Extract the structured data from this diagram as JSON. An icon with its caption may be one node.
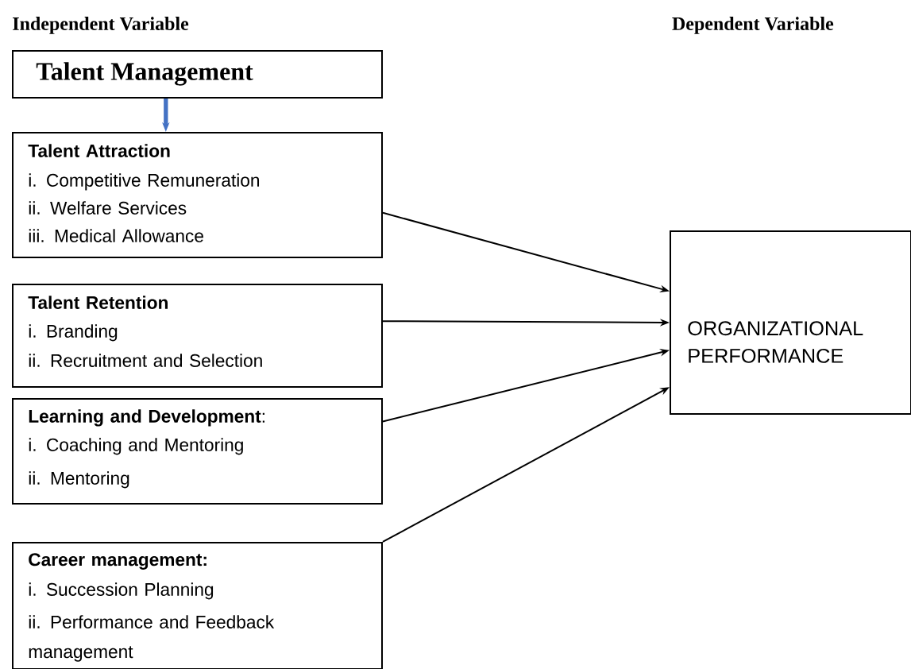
{
  "diagram": {
    "nodes": [
      {
        "text": [
          "Talent Management"
        ]
      },
      {
        "text": [
          "Talent Attraction",
          "i. Competitive Remuneration",
          "ii. Welfare Services",
          "iii. Medical Allowance"
        ]
      },
      {
        "text": [
          "Talent Retention",
          "i. Branding",
          "ii. Recruitment and Selection"
        ]
      },
      {
        "text": [
          "**Learning and Development**:",
          "i. Coaching and Mentoring",
          "ii. Mentoring"
        ]
      },
      {
        "text": [
          "Career management:",
          "i. Succession Planning",
          "ii. Performance and Feedback management"
        ]
      },
      {
        "text": [
          "ORGANIZATIONAL PERFORMANCE"
        ]
      }
    ],
    "edges": [
      {
        "from": 0,
        "to": 1,
        "arrow": "to",
        "style": "thick",
        "color": "#4472c4"
      },
      {
        "from": 1,
        "to": 5,
        "arrow": "to"
      },
      {
        "from": 2,
        "to": 5,
        "arrow": "to"
      },
      {
        "from": 3,
        "to": 5,
        "arrow": "to"
      },
      {
        "from": 4,
        "to": 5,
        "arrow": "to"
      }
    ],
    "labels": [
      "Independent Variable",
      "Dependent Variable"
    ]
  }
}
